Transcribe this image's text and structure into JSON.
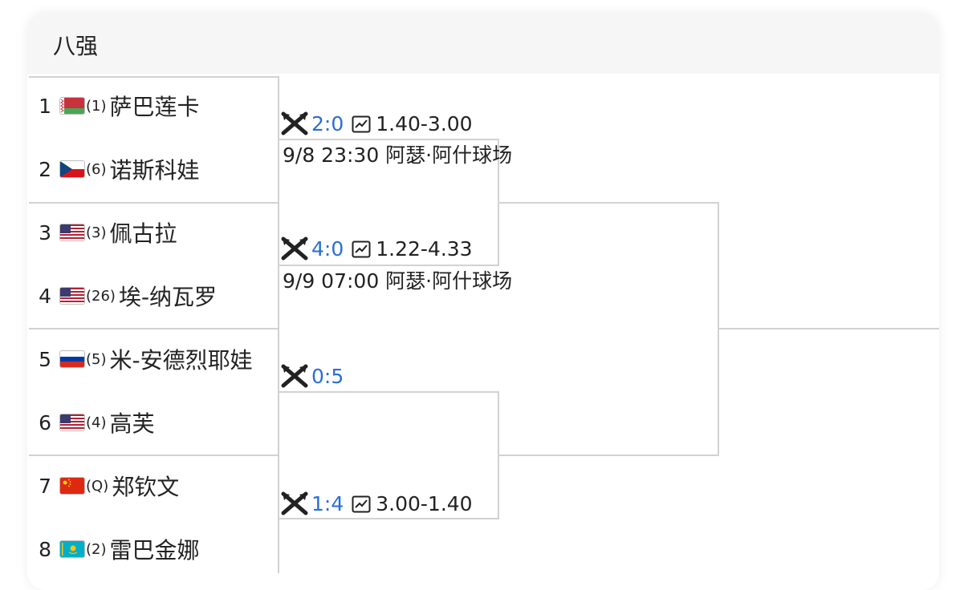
{
  "round_title": "八强",
  "players": [
    {
      "num": "1",
      "flag": "belarus",
      "seed": "(1)",
      "name": "萨巴莲卡"
    },
    {
      "num": "2",
      "flag": "czech",
      "seed": "(6)",
      "name": "诺斯科娃"
    },
    {
      "num": "3",
      "flag": "usa",
      "seed": "(3)",
      "name": "佩古拉"
    },
    {
      "num": "4",
      "flag": "usa",
      "seed": "(26)",
      "name": "埃-纳瓦罗"
    },
    {
      "num": "5",
      "flag": "russia",
      "seed": "(5)",
      "name": "米-安德烈耶娃"
    },
    {
      "num": "6",
      "flag": "usa",
      "seed": "(4)",
      "name": "高芙"
    },
    {
      "num": "7",
      "flag": "china",
      "seed": "(Q)",
      "name": "郑钦文"
    },
    {
      "num": "8",
      "flag": "kazakhstan",
      "seed": "(2)",
      "name": "雷巴金娜"
    }
  ],
  "matches": [
    {
      "score": "2:0",
      "odds": "1.40-3.00",
      "schedule": "9/8 23:30 阿瑟·阿什球场"
    },
    {
      "score": "4:0",
      "odds": "1.22-4.33",
      "schedule": "9/9 07:00 阿瑟·阿什球场"
    },
    {
      "score": "0:5",
      "odds": "",
      "schedule": ""
    },
    {
      "score": "1:4",
      "odds": "3.00-1.40",
      "schedule": ""
    }
  ],
  "icons": {
    "match": "crossed-rackets-icon",
    "odds": "trend-chart-icon"
  },
  "colors": {
    "score": "#2a6ed8",
    "line": "#d2d2d2",
    "header_bg": "#f6f6f6"
  }
}
